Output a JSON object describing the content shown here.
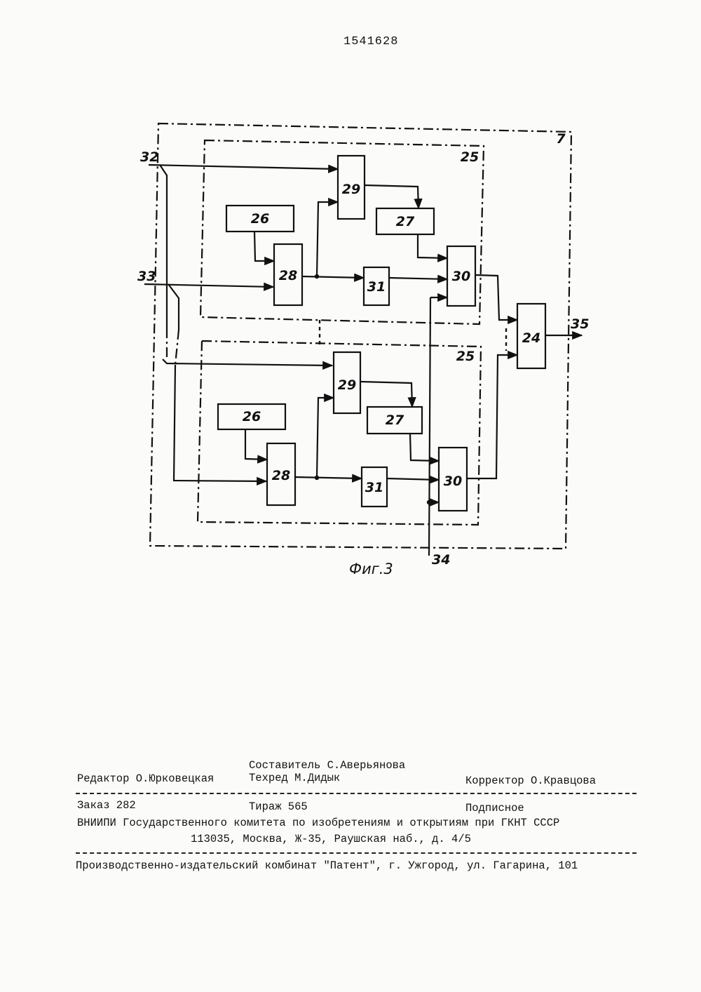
{
  "patent_number": "1541628",
  "figure": {
    "caption": "Фиг.3",
    "outer_label": "7",
    "channel_label": "25",
    "blocks": {
      "b24": "24",
      "b26": "26",
      "b27": "27",
      "b28": "28",
      "b29": "29",
      "b30": "30",
      "b31": "31"
    },
    "terminals": {
      "t32": "32",
      "t33": "33",
      "t34": "34",
      "t35": "35"
    }
  },
  "imprint": {
    "compiler": "Составитель С.Аверьянова",
    "editor": "Редактор О.Юрковецкая",
    "techred": "Техред М.Дидык",
    "corrector": "Корректор О.Кравцова",
    "order": "Заказ 282",
    "circulation": "Тираж 565",
    "subscription": "Подписное",
    "org_line1": "ВНИИПИ Государственного комитета по изобретениям и открытиям при ГКНТ СССР",
    "org_line2": "113035, Москва, Ж-35, Раушская наб., д. 4/5",
    "printer": "Производственно-издательский комбинат \"Патент\", г. Ужгород, ул. Гагарина, 101"
  }
}
